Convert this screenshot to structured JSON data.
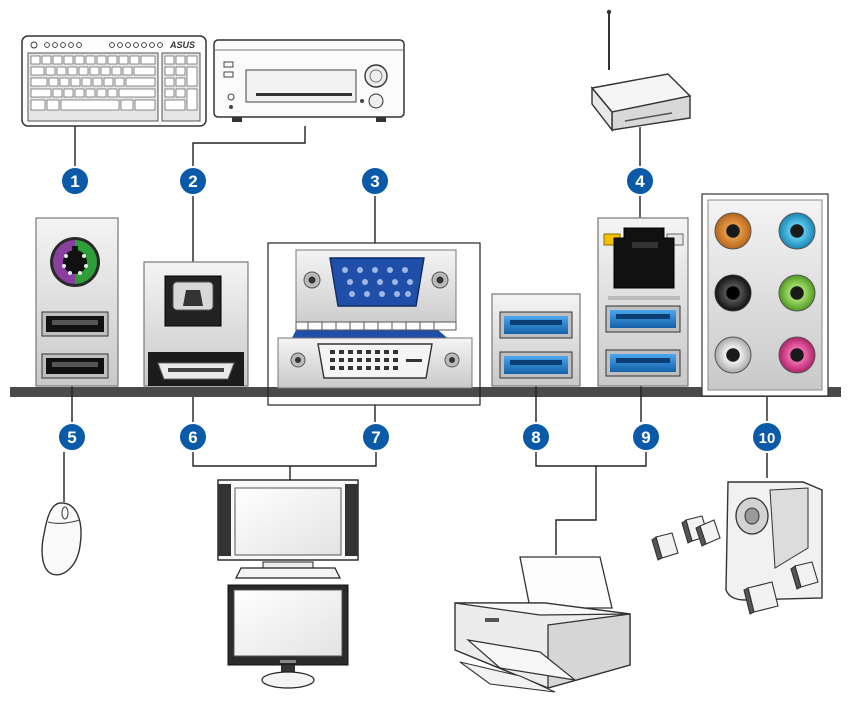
{
  "callouts": [
    {
      "number": "1"
    },
    {
      "number": "2"
    },
    {
      "number": "3"
    },
    {
      "number": "4"
    },
    {
      "number": "5"
    },
    {
      "number": "6"
    },
    {
      "number": "7"
    },
    {
      "number": "8"
    },
    {
      "number": "9"
    },
    {
      "number": "10"
    }
  ],
  "keyboard": {
    "brand": "ASUS"
  },
  "colors": {
    "badge_fill": "#0a5aa8",
    "badge_stroke": "#ffffff",
    "board": "#4a4a4a",
    "usb3_blue": "#1e7fd0",
    "vga_blue": "#1f4fa8",
    "ps2_purple": "#8a3fa0",
    "ps2_green": "#2f9e3a",
    "audio_orange": "#d9832a",
    "audio_cyan": "#23a7d6",
    "audio_black": "#222222",
    "audio_lime": "#7ec242",
    "audio_gray": "#cfcfcf",
    "audio_pink": "#d83c8c",
    "lan_yellow": "#f2c200"
  },
  "icons": [
    "keyboard-icon",
    "av-receiver-icon",
    "wireless-router-icon",
    "mouse-icon",
    "monitor-icon",
    "printer-icon",
    "speakers-icon"
  ]
}
